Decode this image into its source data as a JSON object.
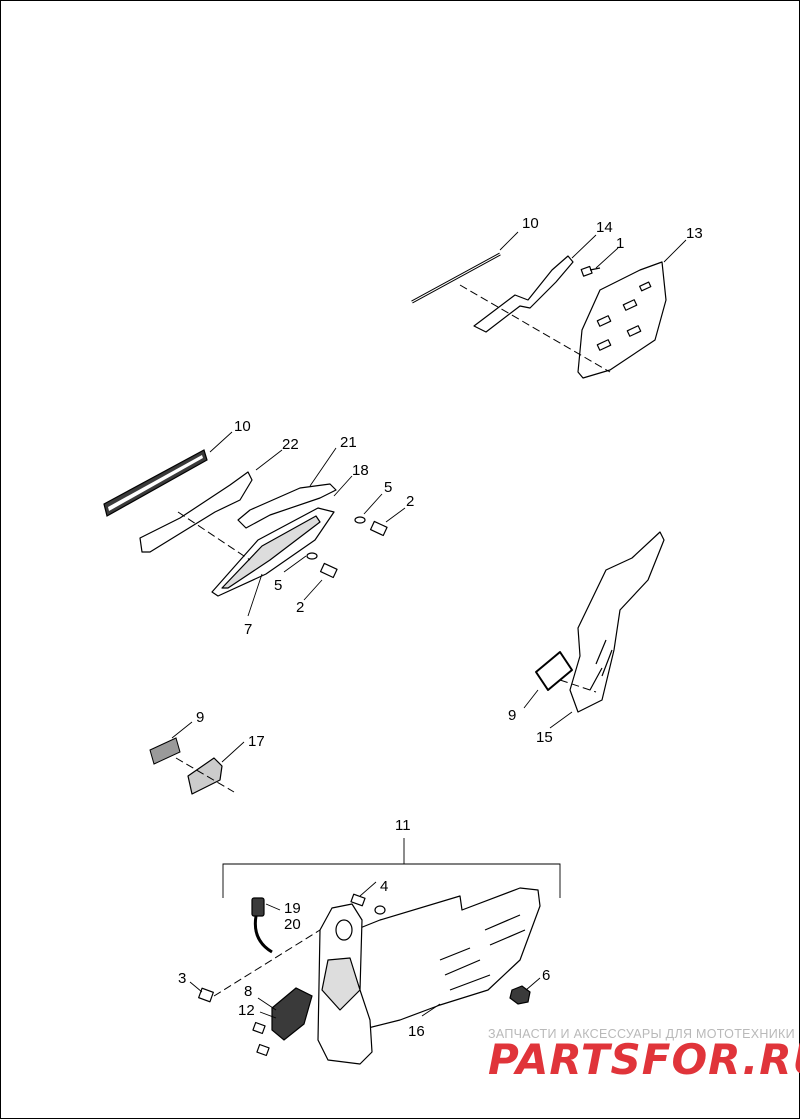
{
  "callouts": {
    "c10a": "10",
    "c14": "14",
    "c1": "1",
    "c13": "13",
    "c10b": "10",
    "c22": "22",
    "c21": "21",
    "c18": "18",
    "c5a": "5",
    "c2a": "2",
    "c5b": "5",
    "c2b": "2",
    "c7": "7",
    "c9a": "9",
    "c15": "15",
    "c9b": "9",
    "c17": "17",
    "c11": "11",
    "c4": "4",
    "c19": "19",
    "c20": "20",
    "c3": "3",
    "c8": "8",
    "c12": "12",
    "c6": "6",
    "c16": "16"
  },
  "watermark": {
    "tagline": "ЗАПЧАСТИ И АКСЕССУАРЫ ДЛЯ МОТОТЕХНИКИ",
    "brand": "PARTSFOR.RU",
    "brand_color": "#e0343a"
  }
}
